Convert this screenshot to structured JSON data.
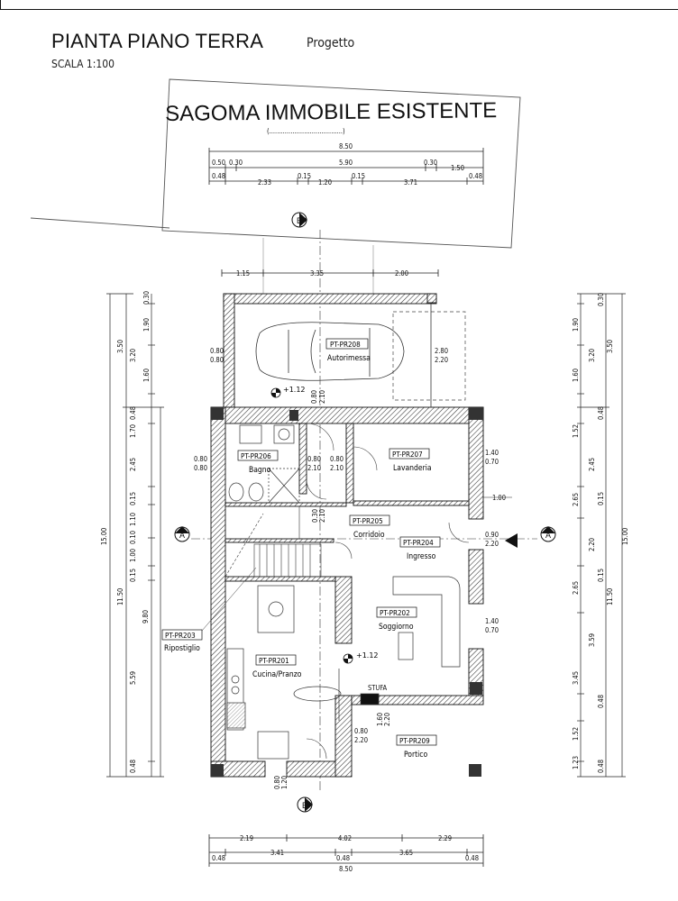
{
  "header": {
    "title": "PIANTA PIANO TERRA",
    "subtitle": "Progetto",
    "scale": "SCALA 1:100"
  },
  "existing_outline": {
    "label": "SAGOMA IMMOBILE ESISTENTE"
  },
  "section_markers": {
    "a_left": "A",
    "a_right": "A",
    "b_top": "B",
    "b_bottom": "B"
  },
  "rooms": [
    {
      "code": "PT-PR208",
      "name": "Autorimessa"
    },
    {
      "code": "PT-PR206",
      "name": "Bagno"
    },
    {
      "code": "PT-PR207",
      "name": "Lavanderia"
    },
    {
      "code": "PT-PR205",
      "name": "Corridoio"
    },
    {
      "code": "PT-PR204",
      "name": "Ingresso"
    },
    {
      "code": "PT-PR203",
      "name": "Ripostiglio"
    },
    {
      "code": "PT-PR202",
      "name": "Soggiorno"
    },
    {
      "code": "PT-PR201",
      "name": "Cucina/Pranzo"
    },
    {
      "code": "PT-PR209",
      "name": "Portico"
    }
  ],
  "levels": {
    "garage": "+1.12",
    "living": "+1.12"
  },
  "stove_label": "STUFA",
  "dimensions": {
    "top_total_1": "8.50",
    "top_row2": [
      "0.50",
      "0.30",
      "5.90",
      "0.30",
      "1.50"
    ],
    "top_row3": [
      "0.48",
      "2.33",
      "0.15",
      "1.20",
      "0.15",
      "3.71",
      "0.48"
    ],
    "garage_row": [
      "1.15",
      "3.35",
      "2.00"
    ],
    "left_total": "15.00",
    "left_col_a": [
      "3.50",
      "11.50"
    ],
    "left_col_b": [
      "9.80"
    ],
    "left_col_c": [
      "0.30",
      "1.90",
      "3.20",
      "1.60",
      "0.48",
      "1.70",
      "2.45",
      "0.15",
      "1.10",
      "0.10",
      "1.00",
      "0.15",
      "5.59",
      "0.48"
    ],
    "right_total": "15.00",
    "right_col_a": [
      "3.50",
      "11.50"
    ],
    "right_col_b": [
      "0.30",
      "1.90",
      "3.20",
      "1.60",
      "0.48",
      "1.52",
      "2.45",
      "2.65",
      "0.15",
      "2.20",
      "0.15",
      "2.65",
      "3.59",
      "3.45",
      "0.48",
      "1.52",
      "1.23",
      "0.48"
    ],
    "bottom_row1": [
      "2.19",
      "4.02",
      "2.29"
    ],
    "bottom_row2": [
      "0.48",
      "3.41",
      "0.48",
      "3.65",
      "0.48"
    ],
    "bottom_total": "8.50",
    "openings": [
      {
        "w": "0.80",
        "h": "0.80"
      },
      {
        "w": "2.80",
        "h": "2.20"
      },
      {
        "w": "0.80",
        "h": "2.10"
      },
      {
        "w": "0.80",
        "h": "0.80"
      },
      {
        "w": "0.80",
        "h": "2.10"
      },
      {
        "w": "1.40",
        "h": "0.70"
      },
      {
        "w": "0.80",
        "h": "2.10"
      },
      {
        "w": "0.30",
        "h": "2.10"
      },
      {
        "w": "0.90",
        "h": "2.20"
      },
      {
        "w": "1.40",
        "h": "0.70"
      },
      {
        "w": "1.60",
        "h": "2.20"
      },
      {
        "w": "0.80",
        "h": "2.20"
      },
      {
        "w": "0.80",
        "h": "1.20"
      }
    ],
    "step": "1.00"
  }
}
